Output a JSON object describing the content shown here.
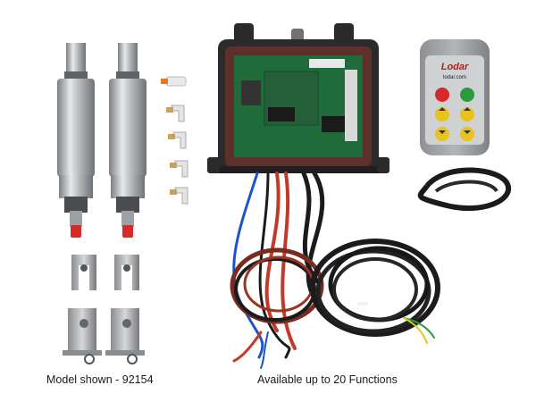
{
  "captions": {
    "model": "Model shown - 92154",
    "functions": "Available up to 20 Functions"
  },
  "remote": {
    "brand": "Lodar",
    "site": "lodar.com"
  },
  "colors": {
    "metal": "#b9bcbf",
    "board": "#1f6b3a",
    "remote_body": "#9a9da0",
    "red_button": "#d42a2a",
    "green_button": "#2c9a3c",
    "yellow_button": "#e8c21e",
    "cable": "#1b1b1b"
  }
}
